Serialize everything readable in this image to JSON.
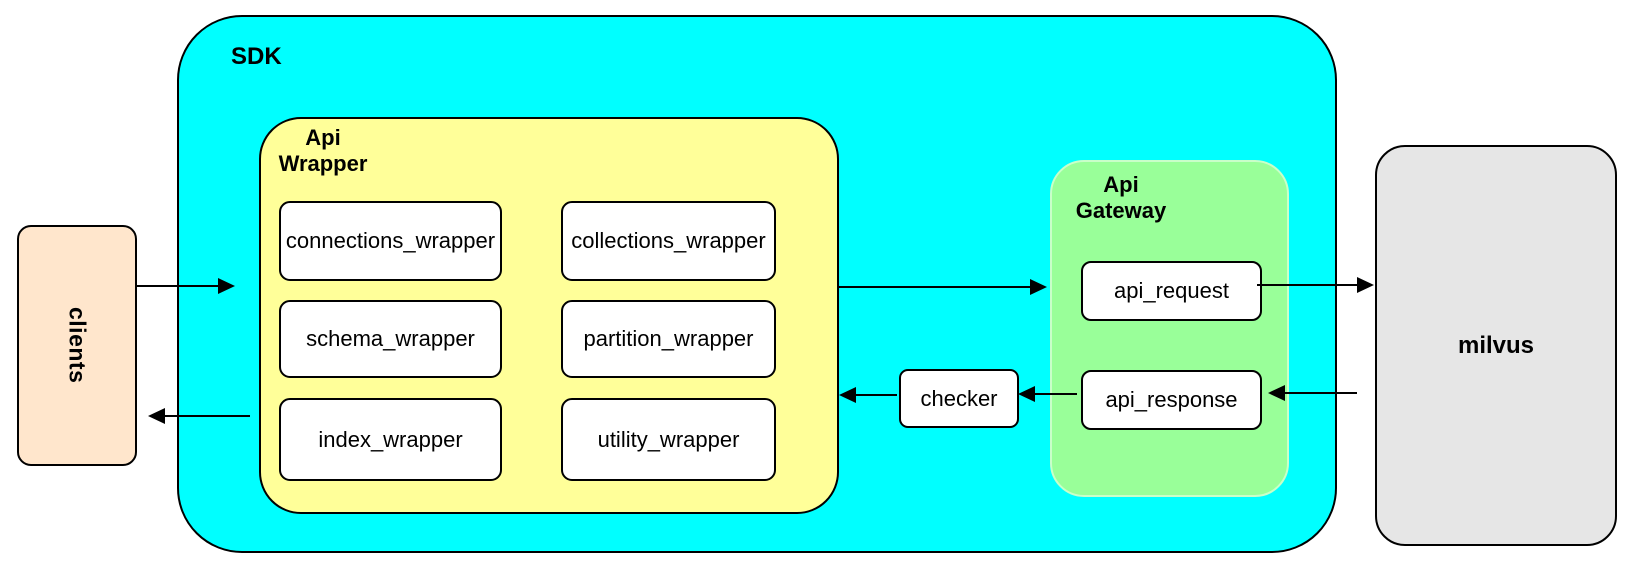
{
  "colors": {
    "sdk_fill": "#00FFFF",
    "api_wrapper_fill": "#FFFF99",
    "api_gateway_fill": "#99FF99",
    "clients_fill": "#FFE6CC",
    "milvus_fill": "#E6E6E6",
    "node_fill": "#FFFFFF",
    "stroke": "#000000"
  },
  "nodes": {
    "clients": {
      "label": "clients"
    },
    "sdk": {
      "label": "SDK"
    },
    "api_wrapper": {
      "label": "Api Wrapper",
      "children": [
        "connections_wrapper",
        "collections_wrapper",
        "schema_wrapper",
        "partition_wrapper",
        "index_wrapper",
        "utility_wrapper"
      ]
    },
    "checker": {
      "label": "checker"
    },
    "api_gateway": {
      "label": "Api Gateway",
      "children": [
        "api_request",
        "api_response"
      ]
    },
    "milvus": {
      "label": "milvus"
    }
  },
  "arrows": [
    {
      "from": "clients",
      "to": "sdk"
    },
    {
      "from": "api_wrapper",
      "to": "api_gateway"
    },
    {
      "from": "api_request",
      "to": "milvus"
    },
    {
      "from": "milvus",
      "to": "api_response"
    },
    {
      "from": "api_response",
      "to": "checker"
    },
    {
      "from": "checker",
      "to": "api_wrapper"
    },
    {
      "from": "api_wrapper",
      "to": "clients"
    }
  ]
}
